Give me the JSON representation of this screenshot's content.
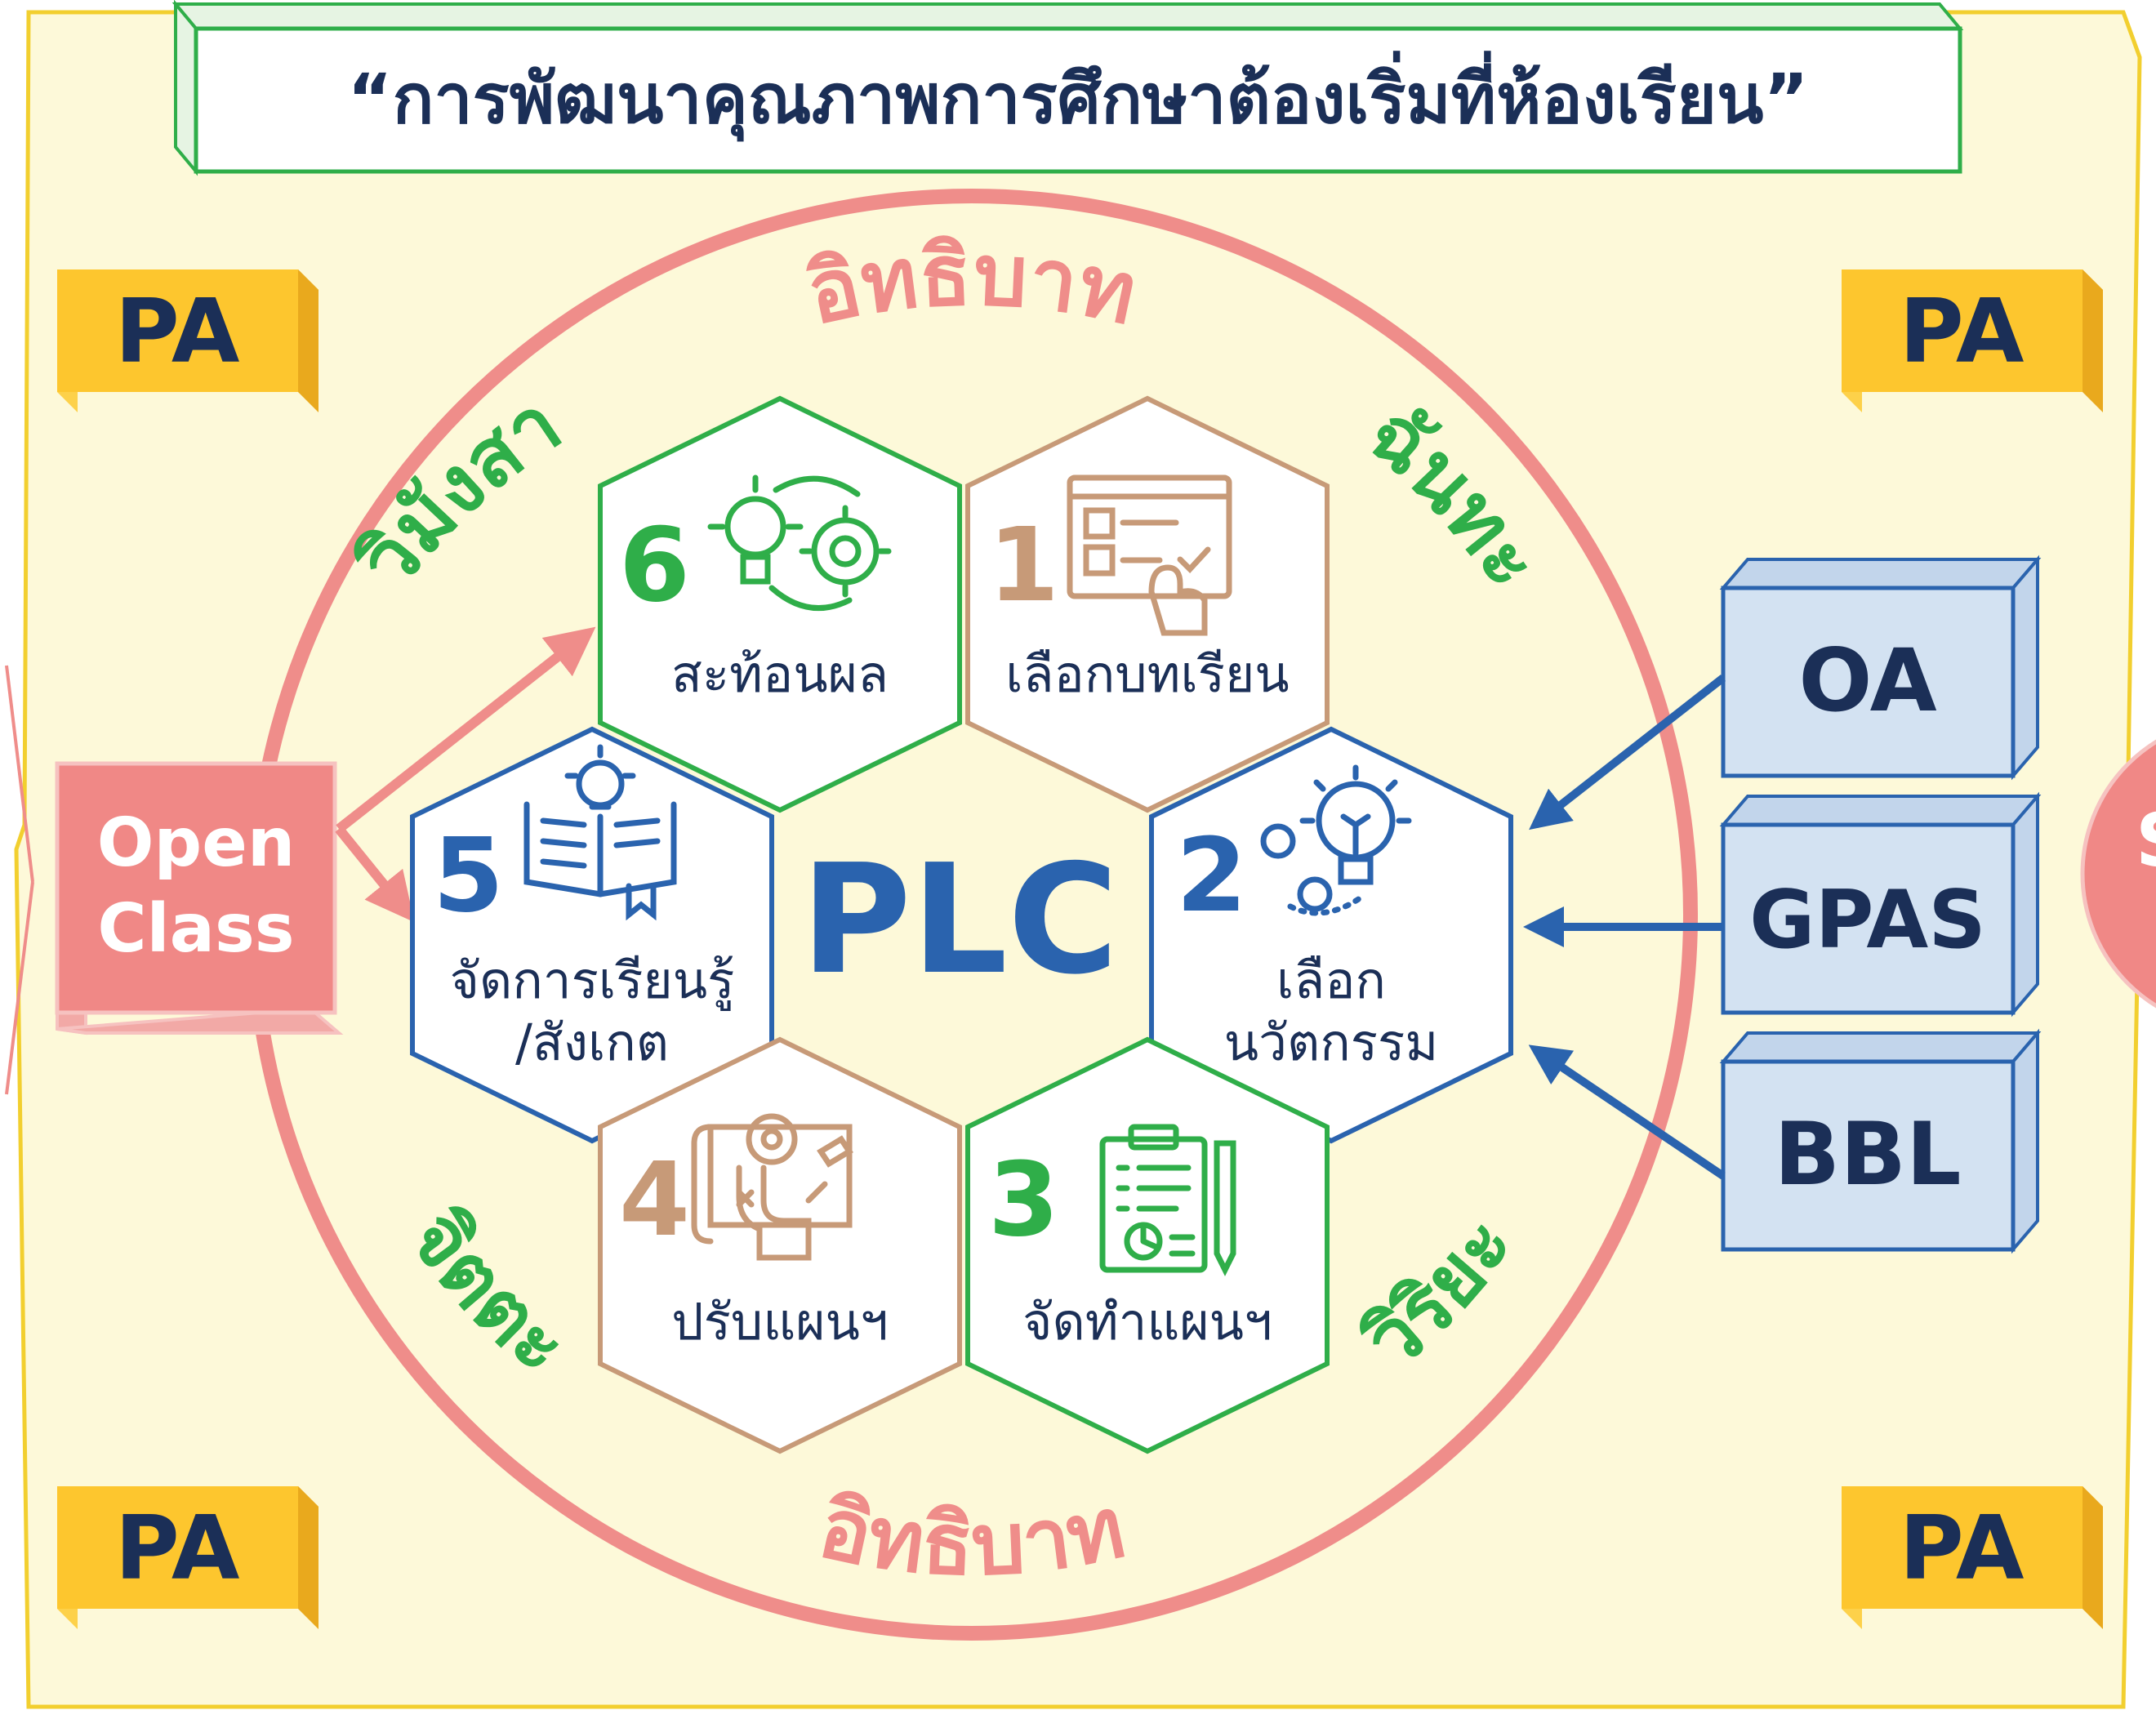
{
  "title": "“การพัฒนาคุณภาพการศึกษาต้องเริ่มที่ห้องเรียน”",
  "center": "PLC",
  "arc_top": "อิทธิบาท",
  "arc_bottom": "อิทธิบาท",
  "corner_label": "PA",
  "open_class": {
    "line1": "Open",
    "line2": "Class"
  },
  "right_boxes": [
    "OA",
    "GPAS",
    "BBL"
  ],
  "right_edge_letter": "S",
  "ring_words": {
    "wimangsa": "วิมังสา",
    "chantha": "ฉันทะ",
    "chitta": "จิตตะ",
    "wiriya": "วิริยะ"
  },
  "steps": [
    {
      "number": "6",
      "label": "สะท้อนผล",
      "icon": "lightbulb-gear-cycle-icon"
    },
    {
      "number": "1",
      "label": "เลือกบทเรียน",
      "icon": "lesson-checklist-touch-icon"
    },
    {
      "number": "5",
      "label1": "จัดการเรียนรู้",
      "label2": "/สังเกต",
      "icon": "book-idea-icon"
    },
    {
      "number": "2",
      "label1": "เลือก",
      "label2": "นวัตกรรม",
      "icon": "innovation-bulb-icon"
    },
    {
      "number": "4",
      "label": "ปรับแผนฯ",
      "icon": "plan-gear-hand-icon"
    },
    {
      "number": "3",
      "label": "จัดทำแผนฯ",
      "icon": "clipboard-plan-icon"
    }
  ],
  "colors": {
    "background": "#fdf9d9",
    "border": "#f2cf2f",
    "pink": "#ef8d8a",
    "green": "#2fae49",
    "blue": "#2a63ae",
    "brown": "#c79a78",
    "navy": "#1b2f57",
    "yellow": "#fdc62e",
    "light_blue": "#d3e2f2"
  }
}
